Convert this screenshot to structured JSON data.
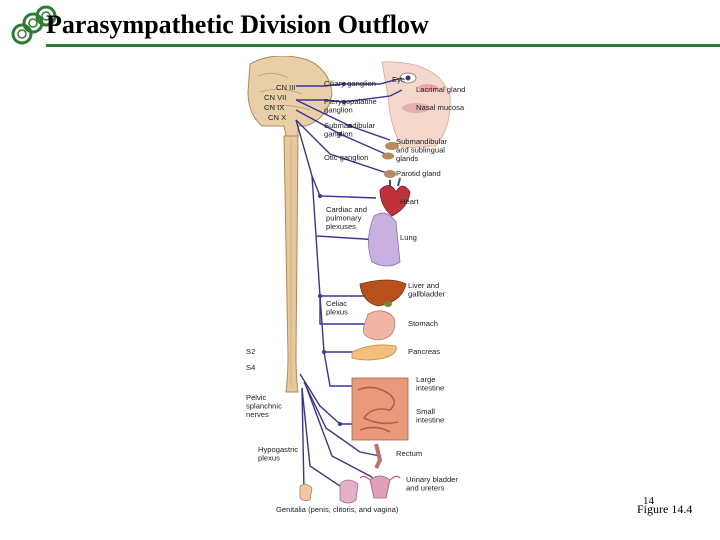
{
  "slide": {
    "title": "Parasympathetic Division Outflow",
    "slide_number": "14",
    "figure_ref": "Figure 14.4"
  },
  "figure": {
    "nerves": [
      "CN III",
      "CN VII",
      "CN IX",
      "CN X"
    ],
    "spinal": [
      "S2",
      "S4"
    ],
    "ganglia": [
      "Ciliary ganglion",
      "Pterygopalatine ganglion",
      "Submandibular ganglion",
      "Otic ganglion"
    ],
    "plexuses": [
      "Cardiac and pulmonary plexuses",
      "Celiac plexus",
      "Pelvic splanchnic nerves",
      "Hypogastric plexus"
    ],
    "targets": [
      "Eye",
      "Lacrimal gland",
      "Nasal mucosa",
      "Submandibular and sublingual glands",
      "Parotid gland",
      "Heart",
      "Lung",
      "Liver and gallbladder",
      "Stomach",
      "Pancreas",
      "Large intestine",
      "Small intestine",
      "Rectum",
      "Urinary bladder and ureters",
      "Genitalia (penis, clitoris, and vagina)"
    ]
  },
  "colors": {
    "title_rule": "#2e7d32",
    "nerve": "#3a3590",
    "spinal_cord": "#e8c89a"
  }
}
